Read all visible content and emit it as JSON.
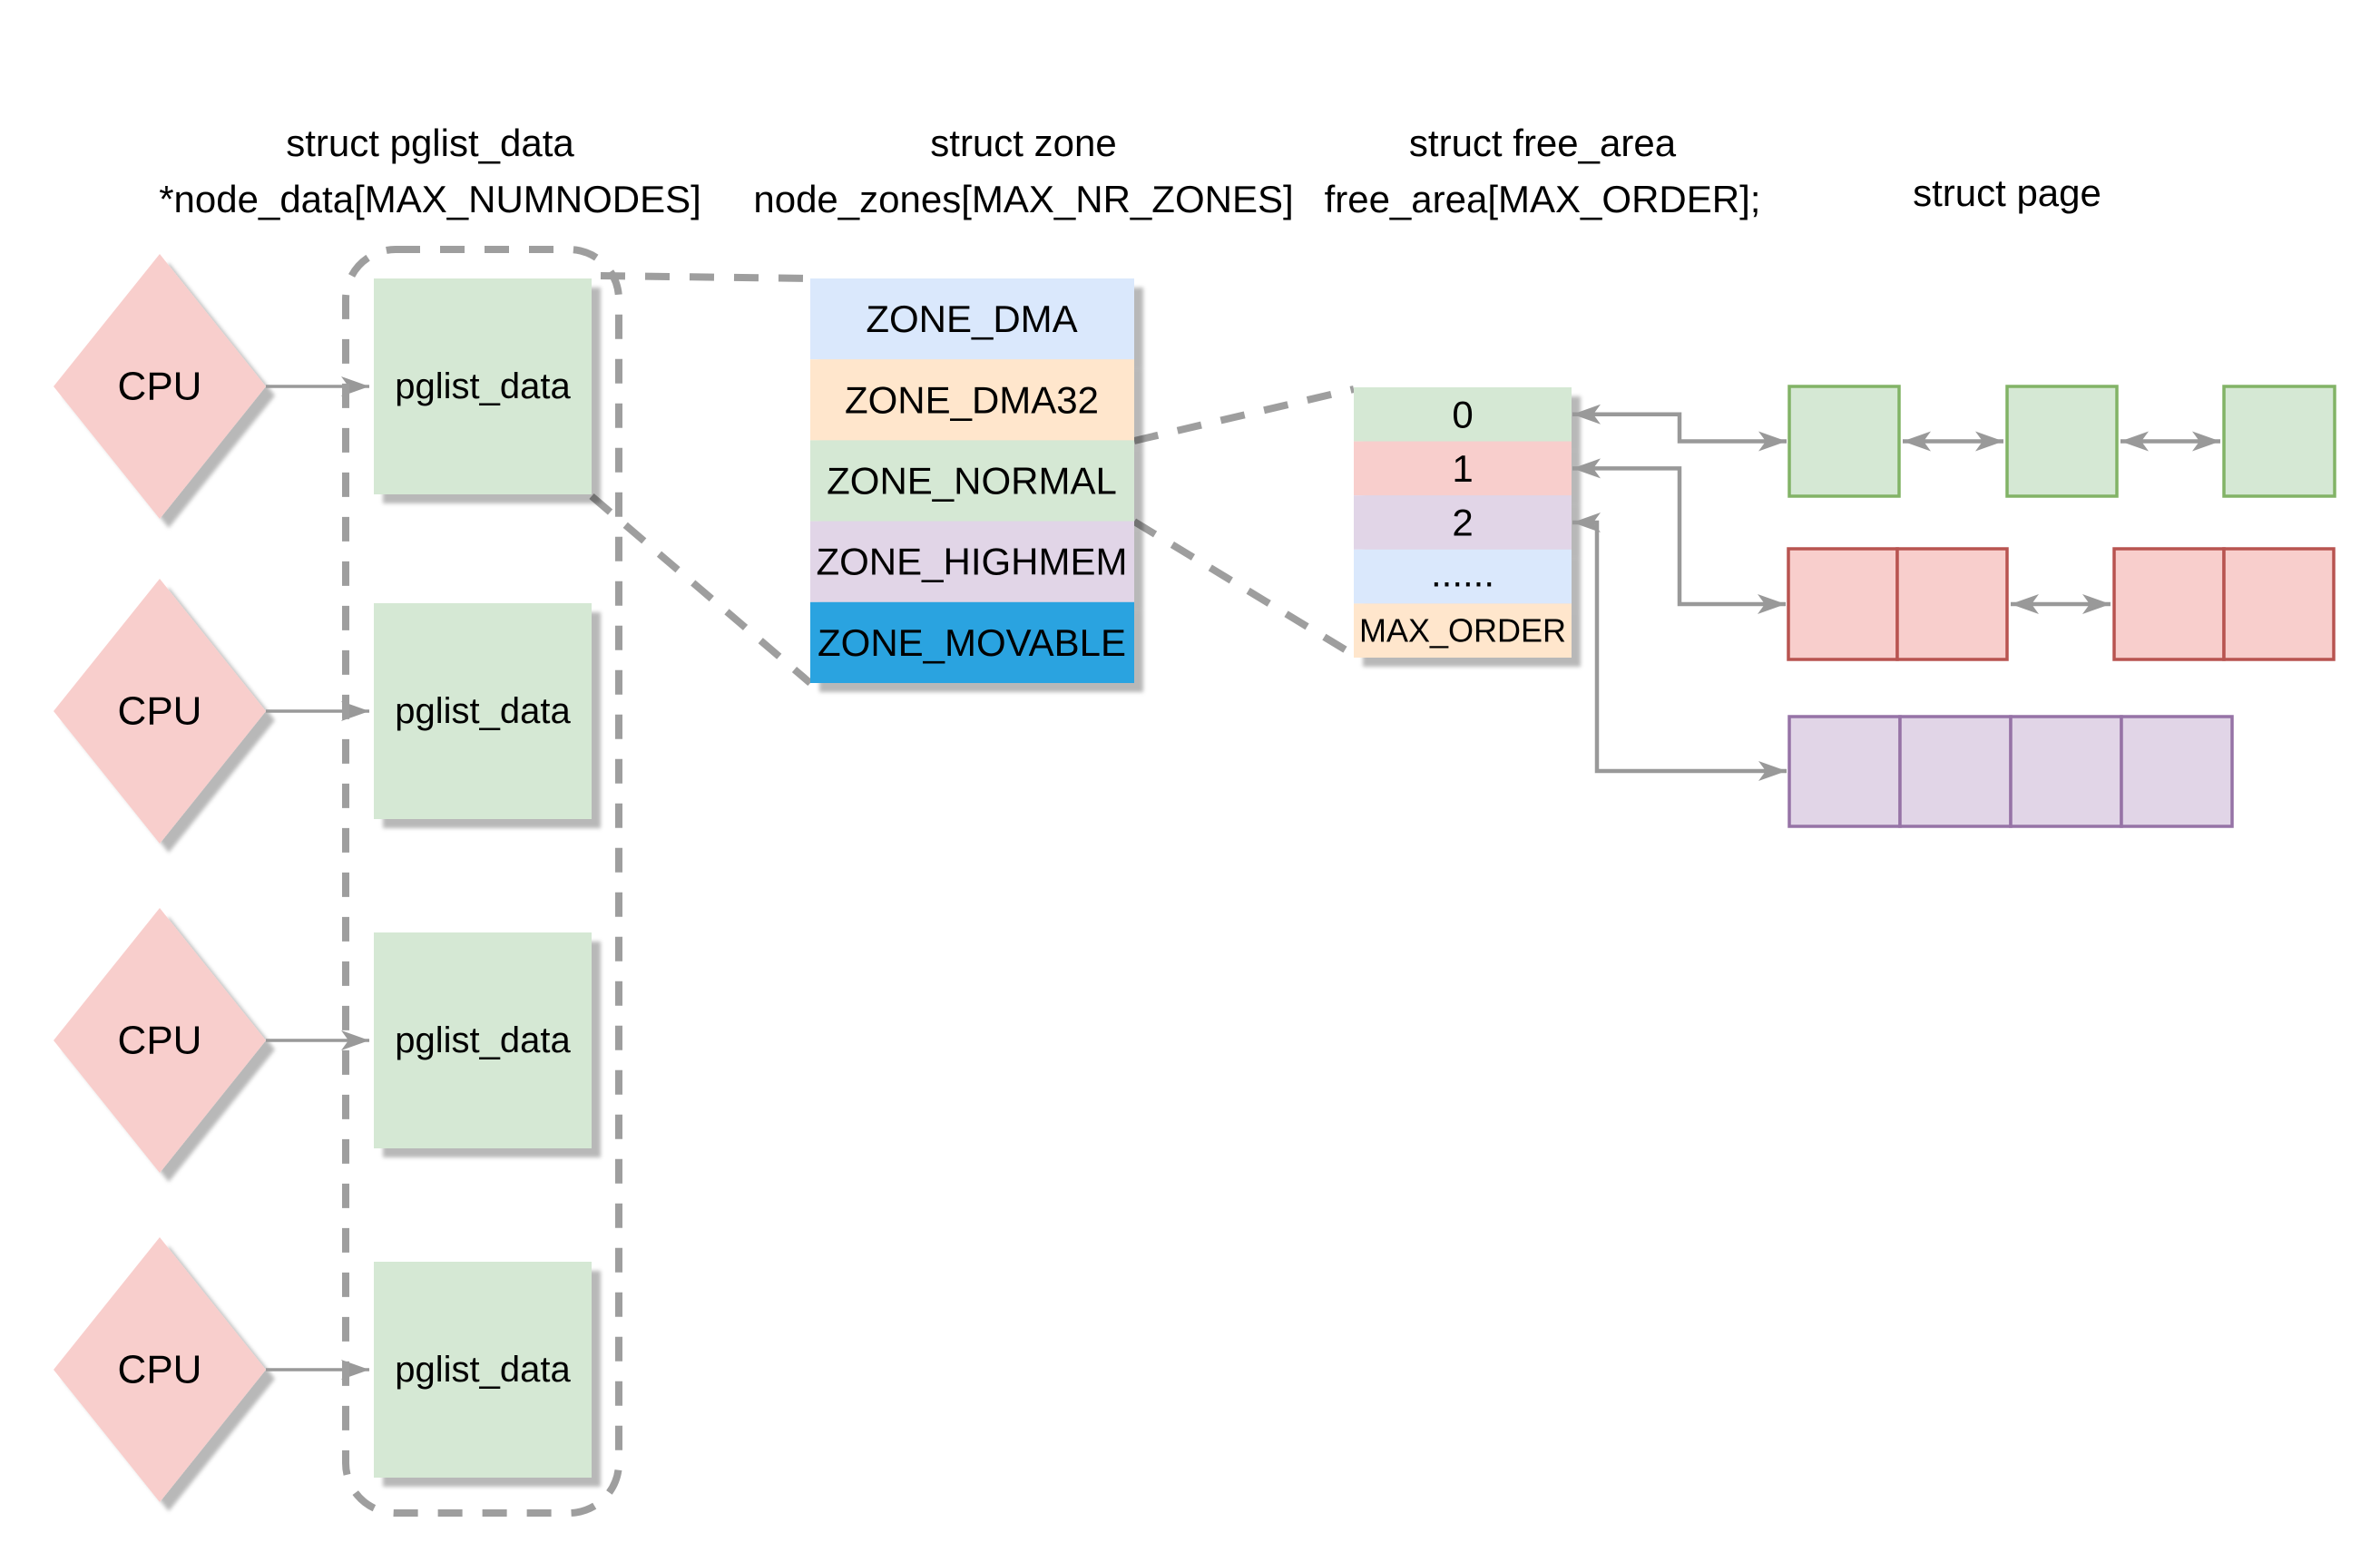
{
  "headers": {
    "pglist": {
      "line1": "struct pglist_data",
      "line2": "*node_data[MAX_NUMNODES]"
    },
    "zone": {
      "line1": "struct zone",
      "line2": "node_zones[MAX_NR_ZONES]"
    },
    "free_area": {
      "line1": "struct free_area",
      "line2": "free_area[MAX_ORDER];"
    },
    "page": {
      "line1": "struct page"
    }
  },
  "cpu": {
    "label": "CPU",
    "fill": "#f8cecc"
  },
  "pglist_box": {
    "label": "pglist_data",
    "fill": "#d5e8d4"
  },
  "zones": [
    {
      "label": "ZONE_DMA",
      "fill": "#dae8fc",
      "text_color": "#000000"
    },
    {
      "label": "ZONE_DMA32",
      "fill": "#ffe6cc",
      "text_color": "#000000"
    },
    {
      "label": "ZONE_NORMAL",
      "fill": "#d5e8d4",
      "text_color": "#000000"
    },
    {
      "label": "ZONE_HIGHMEM",
      "fill": "#e1d5e7",
      "text_color": "#000000"
    },
    {
      "label": "ZONE_MOVABLE",
      "fill": "#29a3e0",
      "text_color": "#ffffff"
    }
  ],
  "free_area_rows": [
    {
      "label": "0",
      "fill": "#d5e8d4"
    },
    {
      "label": "1",
      "fill": "#f8cecc"
    },
    {
      "label": "2",
      "fill": "#e1d5e7"
    },
    {
      "label": "......",
      "fill": "#dae8fc"
    },
    {
      "label": "MAX_ORDER",
      "fill": "#ffe6cc"
    }
  ],
  "page_rows": [
    {
      "name": "order-0",
      "blocks": 3,
      "cells_per_block": 1,
      "fill": "#d5e8d4",
      "stroke": "#82b366"
    },
    {
      "name": "order-1",
      "blocks": 2,
      "cells_per_block": 2,
      "fill": "#f8cecc",
      "stroke": "#b85450"
    },
    {
      "name": "order-2",
      "blocks": 1,
      "cells_per_block": 4,
      "fill": "#e1d5e7",
      "stroke": "#9673a6"
    }
  ],
  "colors": {
    "connector": "#999999",
    "dashed": "#9e9e9e",
    "shadow": "#b0b0b0"
  }
}
